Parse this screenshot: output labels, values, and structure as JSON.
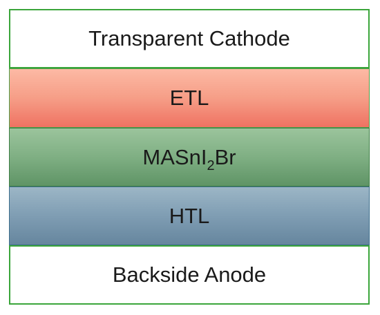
{
  "layers": {
    "cathode": "Transparent Cathode",
    "etl": "ETL",
    "absorber": {
      "main": "MASnI",
      "subscript": "2",
      "suffix": "Br"
    },
    "htl": "HTL",
    "anode": "Backside Anode"
  },
  "colors": {
    "border": "#3aa53a",
    "etl": "#f69e87",
    "absorber": "#7faf83",
    "htl": "#7f9db3"
  }
}
